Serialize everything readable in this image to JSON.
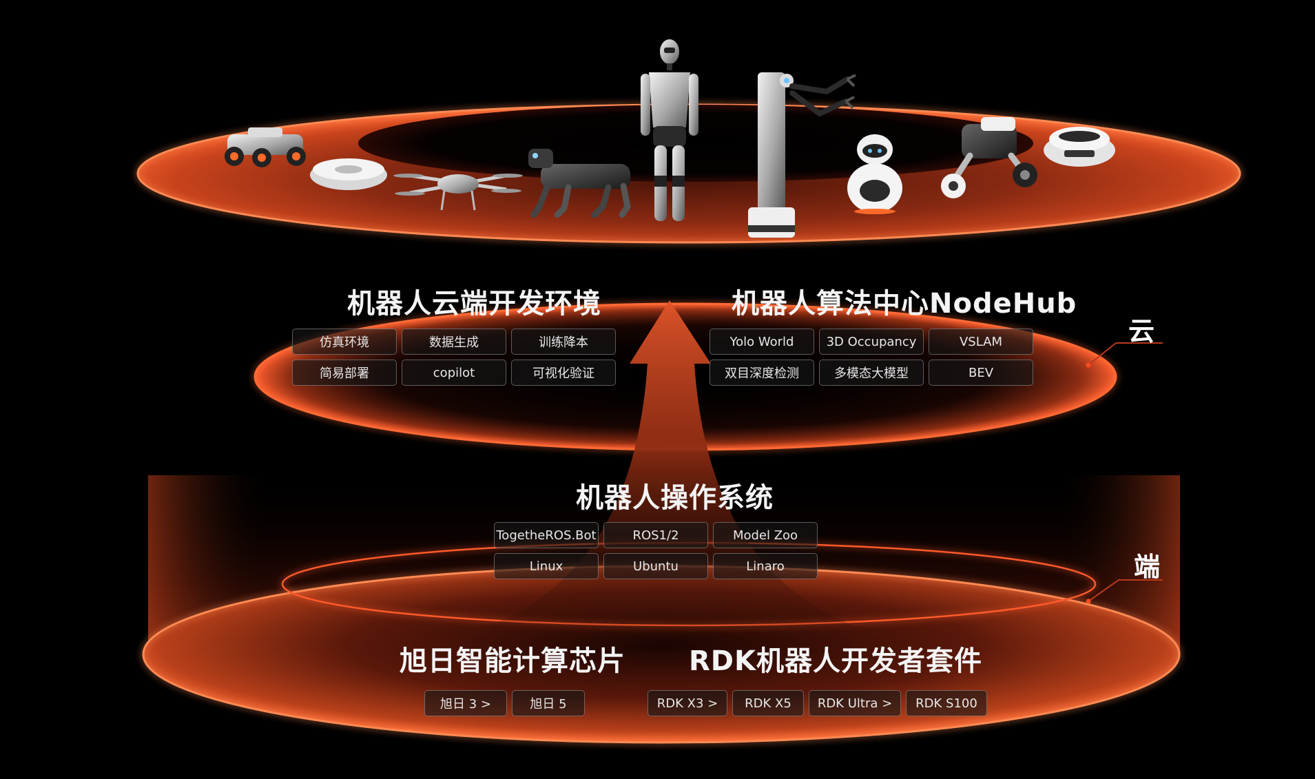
{
  "colors": {
    "accent": "#ff4a1f",
    "ring": "#ff5a2c",
    "background": "#000000"
  },
  "robots": [
    {
      "name": "rover-robot-icon"
    },
    {
      "name": "vacuum-robot-icon"
    },
    {
      "name": "drone-icon"
    },
    {
      "name": "quadruped-robot-icon"
    },
    {
      "name": "humanoid-robot-icon"
    },
    {
      "name": "robot-arm-icon"
    },
    {
      "name": "companion-robot-icon"
    },
    {
      "name": "wheel-leg-robot-icon"
    },
    {
      "name": "delivery-robot-icon"
    }
  ],
  "cloud": {
    "side_label": "云",
    "dev_env": {
      "title": "机器人云端开发环境",
      "chips": [
        "仿真环境",
        "数据生成",
        "训练降本",
        "简易部署",
        "copilot",
        "可视化验证"
      ]
    },
    "nodehub": {
      "title": "机器人算法中心NodeHub",
      "chips": [
        "Yolo World",
        "3D Occupancy",
        "VSLAM",
        "双目深度检测",
        "多模态大模型",
        "BEV"
      ]
    }
  },
  "edge": {
    "side_label": "端",
    "os": {
      "title": "机器人操作系统",
      "chips": [
        "TogetheROS.Bot",
        "ROS1/2",
        "Model Zoo",
        "Linux",
        "Ubuntu",
        "Linaro"
      ]
    },
    "chips_section": {
      "title": "旭日智能计算芯片",
      "chips": [
        "旭日 3 >",
        "旭日 5"
      ]
    },
    "rdk": {
      "title": "RDK机器人开发者套件",
      "chips": [
        "RDK X3 >",
        "RDK X5",
        "RDK Ultra >",
        "RDK S100"
      ]
    }
  }
}
